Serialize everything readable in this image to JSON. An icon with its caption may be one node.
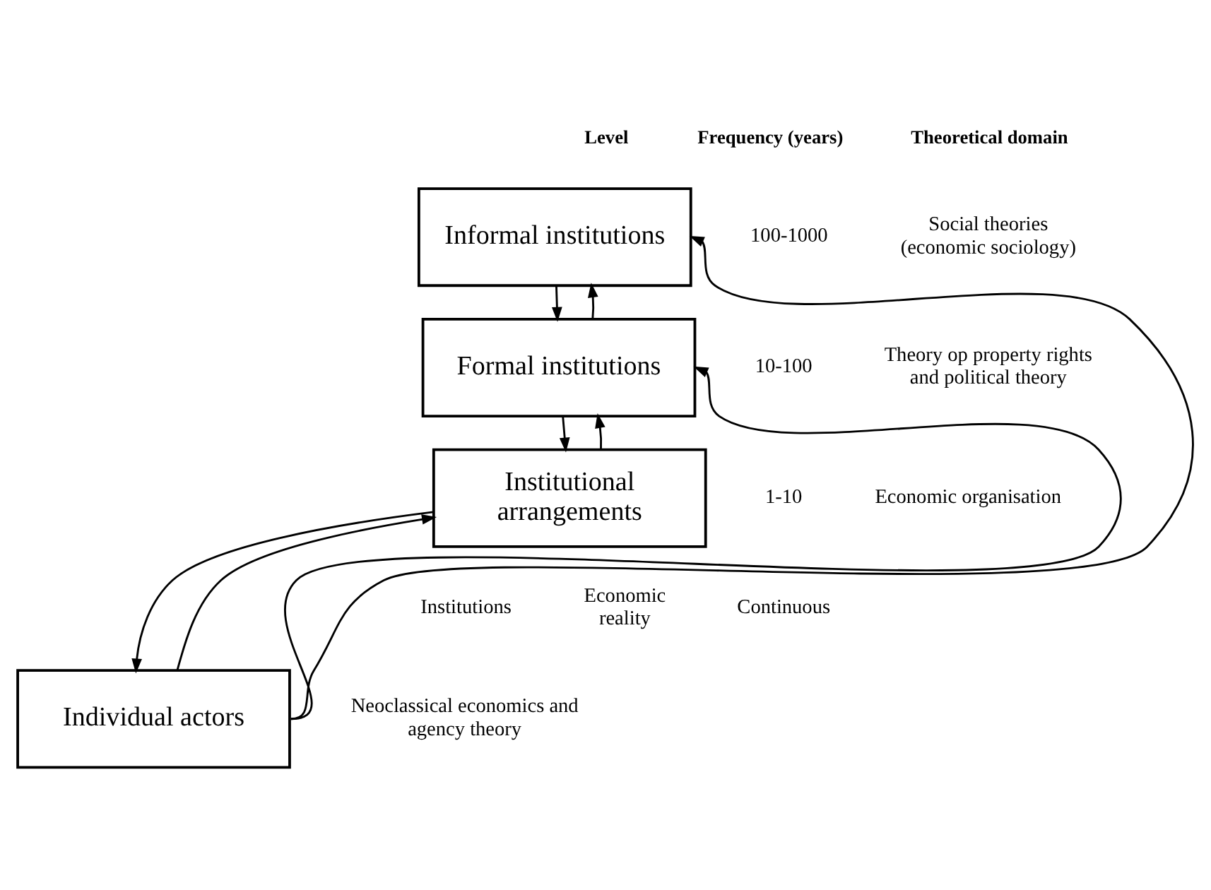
{
  "diagram": {
    "nodes": [
      {
        "text": [
          "Informal institutions"
        ]
      },
      {
        "text": [
          "Formal institutions"
        ]
      },
      {
        "text": [
          "Institutional arrangements"
        ]
      },
      {
        "text": [
          "Individual actors"
        ]
      }
    ],
    "edges": [
      {
        "from": 0,
        "to": 1,
        "arrow": "to"
      },
      {
        "from": 1,
        "to": 0,
        "arrow": "to"
      },
      {
        "from": 1,
        "to": 2,
        "arrow": "to"
      },
      {
        "from": 2,
        "to": 1,
        "arrow": "to"
      },
      {
        "from": 2,
        "to": 3,
        "arrow": "to"
      },
      {
        "from": 3,
        "to": 2,
        "arrow": "to"
      },
      {
        "from": 3,
        "to": 0,
        "arrow": "to"
      },
      {
        "from": 3,
        "to": 1,
        "arrow": "to"
      }
    ],
    "labels": [
      "Level",
      "Frequency (years)",
      "Theoretical domain",
      "100-1000",
      "Social theories (economic sociology)",
      "10-100",
      "Theory op property rights and political theory",
      "1-10",
      "Economic organisation",
      "Institutions",
      "Continuous",
      "Economic reality",
      "Neoclassical economics and agency theory"
    ]
  }
}
